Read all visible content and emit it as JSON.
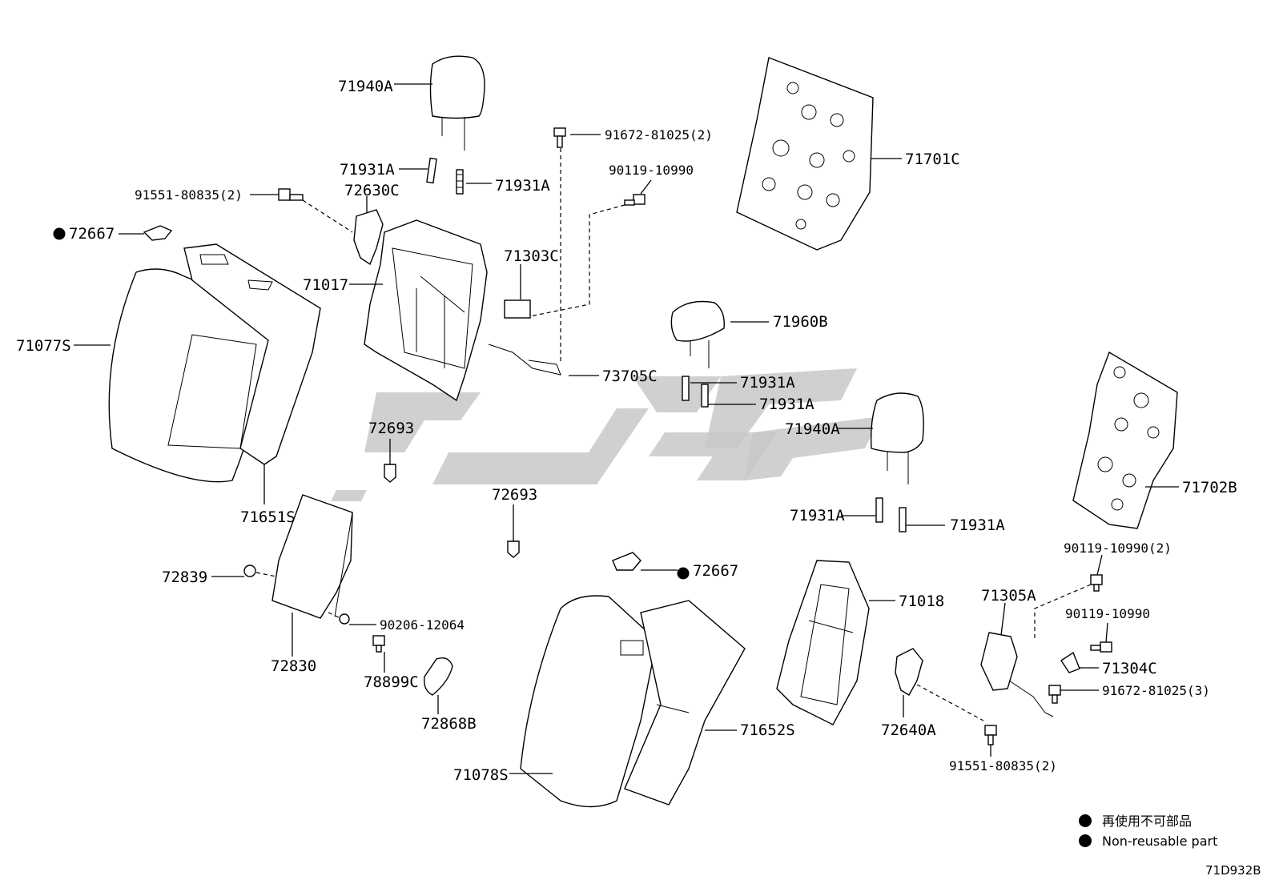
{
  "diagram": {
    "drawing_code": "71D932B",
    "legend": {
      "ja": "再使用不可部品",
      "en": "Non-reusable part"
    },
    "parts": [
      {
        "id": "p71940A_1",
        "label": "71940A"
      },
      {
        "id": "p91672_2",
        "label": "91672-81025(2)"
      },
      {
        "id": "p71931A_1",
        "label": "71931A"
      },
      {
        "id": "p71931A_2",
        "label": "71931A"
      },
      {
        "id": "p90119_a",
        "label": "90119-10990"
      },
      {
        "id": "p91551_2a",
        "label": "91551-80835(2)"
      },
      {
        "id": "p72630C",
        "label": "72630C"
      },
      {
        "id": "p72667_1",
        "label": "72667"
      },
      {
        "id": "p71303C",
        "label": "71303C"
      },
      {
        "id": "p71017",
        "label": "71017"
      },
      {
        "id": "p71077S",
        "label": "71077S"
      },
      {
        "id": "p71701C",
        "label": "71701C"
      },
      {
        "id": "p71960B",
        "label": "71960B"
      },
      {
        "id": "p73705C",
        "label": "73705C"
      },
      {
        "id": "p71931A_3",
        "label": "71931A"
      },
      {
        "id": "p71931A_4",
        "label": "71931A"
      },
      {
        "id": "p71940A_2",
        "label": "71940A"
      },
      {
        "id": "p72693_1",
        "label": "72693"
      },
      {
        "id": "p72693_2",
        "label": "72693"
      },
      {
        "id": "p71651S",
        "label": "71651S"
      },
      {
        "id": "p71702B",
        "label": "71702B"
      },
      {
        "id": "p71931A_5",
        "label": "71931A"
      },
      {
        "id": "p71931A_6",
        "label": "71931A"
      },
      {
        "id": "p90119_2",
        "label": "90119-10990(2)"
      },
      {
        "id": "p72839",
        "label": "72839"
      },
      {
        "id": "p72667_2",
        "label": "72667"
      },
      {
        "id": "p71018",
        "label": "71018"
      },
      {
        "id": "p71305A",
        "label": "71305A"
      },
      {
        "id": "p90206",
        "label": "90206-12064"
      },
      {
        "id": "p90119_b",
        "label": "90119-10990"
      },
      {
        "id": "p72830",
        "label": "72830"
      },
      {
        "id": "p71304C",
        "label": "71304C"
      },
      {
        "id": "p78899C",
        "label": "78899C"
      },
      {
        "id": "p91672_3",
        "label": "91672-81025(3)"
      },
      {
        "id": "p72868B",
        "label": "72868B"
      },
      {
        "id": "p71652S",
        "label": "71652S"
      },
      {
        "id": "p72640A",
        "label": "72640A"
      },
      {
        "id": "p91551_2b",
        "label": "91551-80835(2)"
      },
      {
        "id": "p71078S",
        "label": "71078S"
      }
    ]
  }
}
